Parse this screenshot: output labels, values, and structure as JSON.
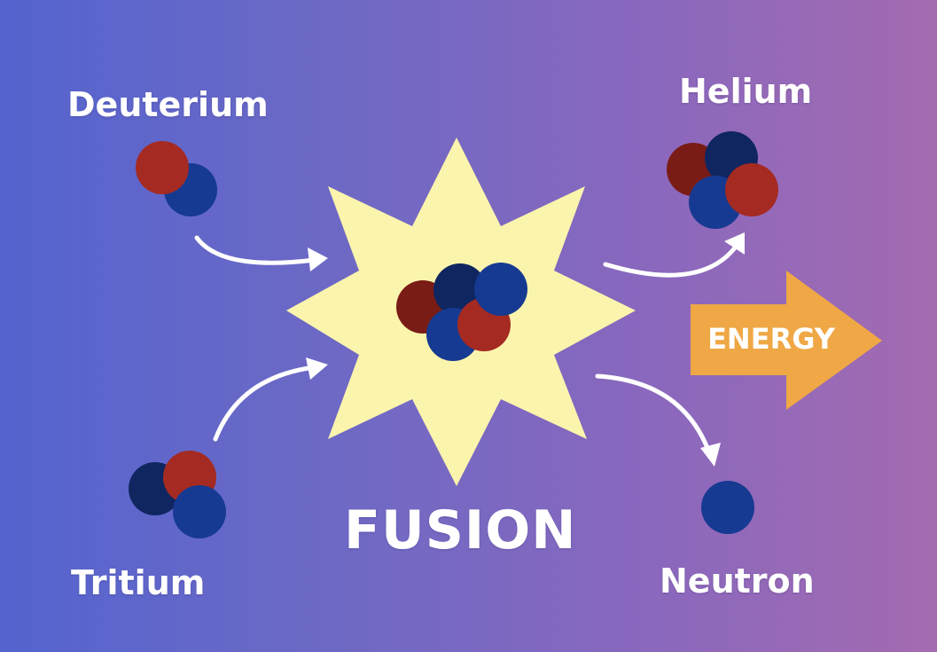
{
  "labels": {
    "deuterium": "Deuterium",
    "tritium": "Tritium",
    "helium": "Helium",
    "neutron": "Neutron",
    "fusion": "FUSION",
    "energy": "ENERGY"
  },
  "colors": {
    "background_left": "#5464cf",
    "background_right": "#a46bb1",
    "proton": "#a52a22",
    "proton_dark": "#7a1c16",
    "neutron": "#163a91",
    "neutron_dark": "#0f2660",
    "starburst": "#fbf4ad",
    "energy_arrow": "#efa845",
    "arrow": "#ffffff",
    "text": "#ffffff"
  }
}
